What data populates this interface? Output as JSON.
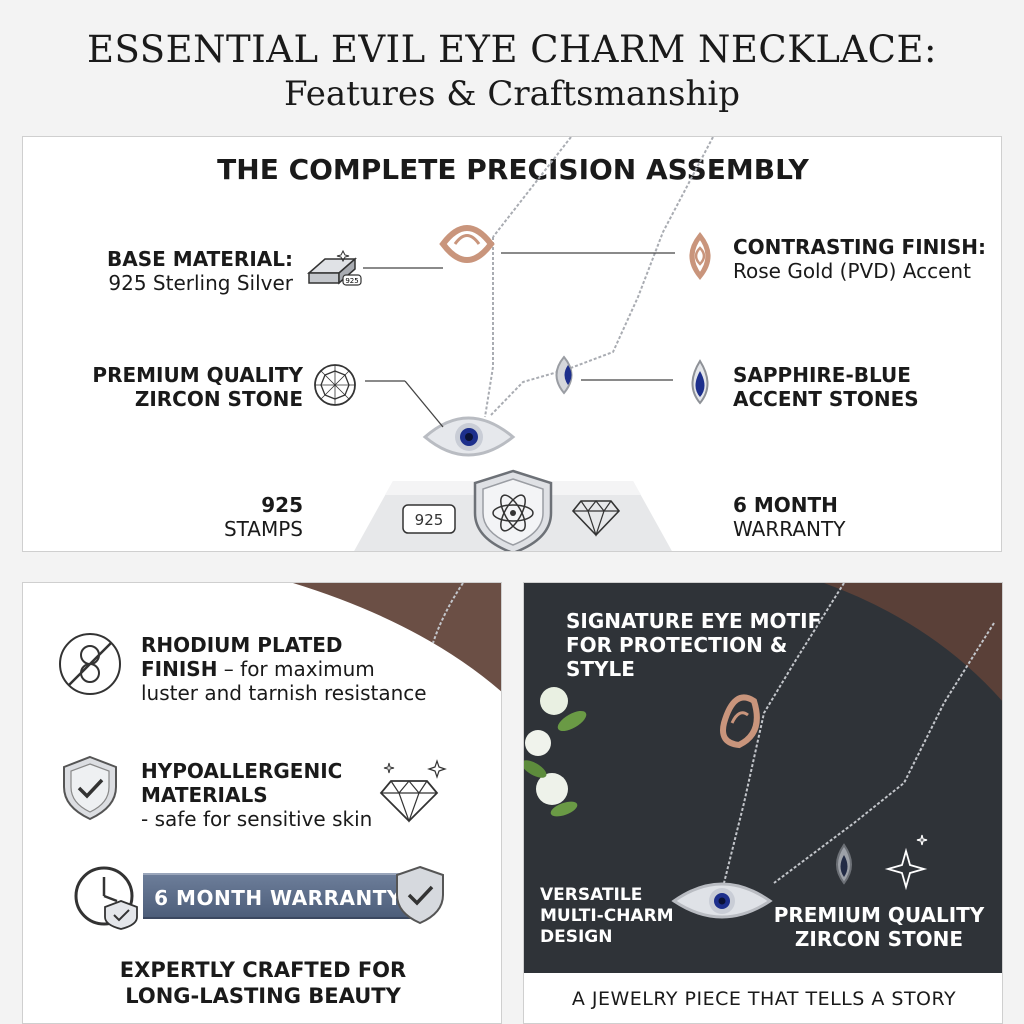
{
  "header": {
    "title_line1": "ESSENTIAL EVIL EYE CHARM NECKLACE:",
    "title_line2": "Features & Craftsmanship"
  },
  "assembly": {
    "heading": "THE COMPLETE PRECISION ASSEMBLY",
    "base_material_label": "BASE MATERIAL:",
    "base_material_value": "925 Sterling Silver",
    "contrasting_finish_label": "CONTRASTING FINISH:",
    "contrasting_finish_value": "Rose Gold (PVD) Accent",
    "zircon_line1": "PREMIUM QUALITY",
    "zircon_line2": "ZIRCON STONE",
    "sapphire_line1": "SAPPHIRE-BLUE",
    "sapphire_line2": "ACCENT STONES",
    "stamps_line1": "925",
    "stamps_line2": "STAMPS",
    "warranty_line1": "6 MONTH",
    "warranty_line2": "WARRANTY",
    "stamp_badge_text": "925",
    "ingot_stamp_text": "925"
  },
  "features": {
    "rhodium_title_1": "RHODIUM PLATED",
    "rhodium_title_2": "FINISH",
    "rhodium_desc_1": " – for maximum",
    "rhodium_desc_2": "luster and tarnish resistance",
    "hypo_title_1": "HYPOALLERGENIC",
    "hypo_title_2": "MATERIALS",
    "hypo_desc": "- safe for sensitive skin",
    "warranty_banner": "6 MONTH WARRANTY",
    "footer_1": "EXPERTLY CRAFTED FOR",
    "footer_2": "LONG-LASTING BEAUTY"
  },
  "lifestyle": {
    "motif_1": "SIGNATURE EYE MOTIF",
    "motif_2": "FOR PROTECTION &",
    "motif_3": "STYLE",
    "versatile_1": "VERSATILE",
    "versatile_2": "MULTI-CHARM",
    "versatile_3": "DESIGN",
    "zircon_1": "PREMIUM QUALITY",
    "zircon_2": "ZIRCON STONE",
    "footer": "A JEWELRY PIECE THAT TELLS A STORY"
  },
  "colors": {
    "rose_gold": "#c9957c",
    "sapphire": "#1d2f8c",
    "silver": "#b9bcc2",
    "dark_bg": "#2f3338",
    "warranty_blue": "#5a6a86"
  }
}
